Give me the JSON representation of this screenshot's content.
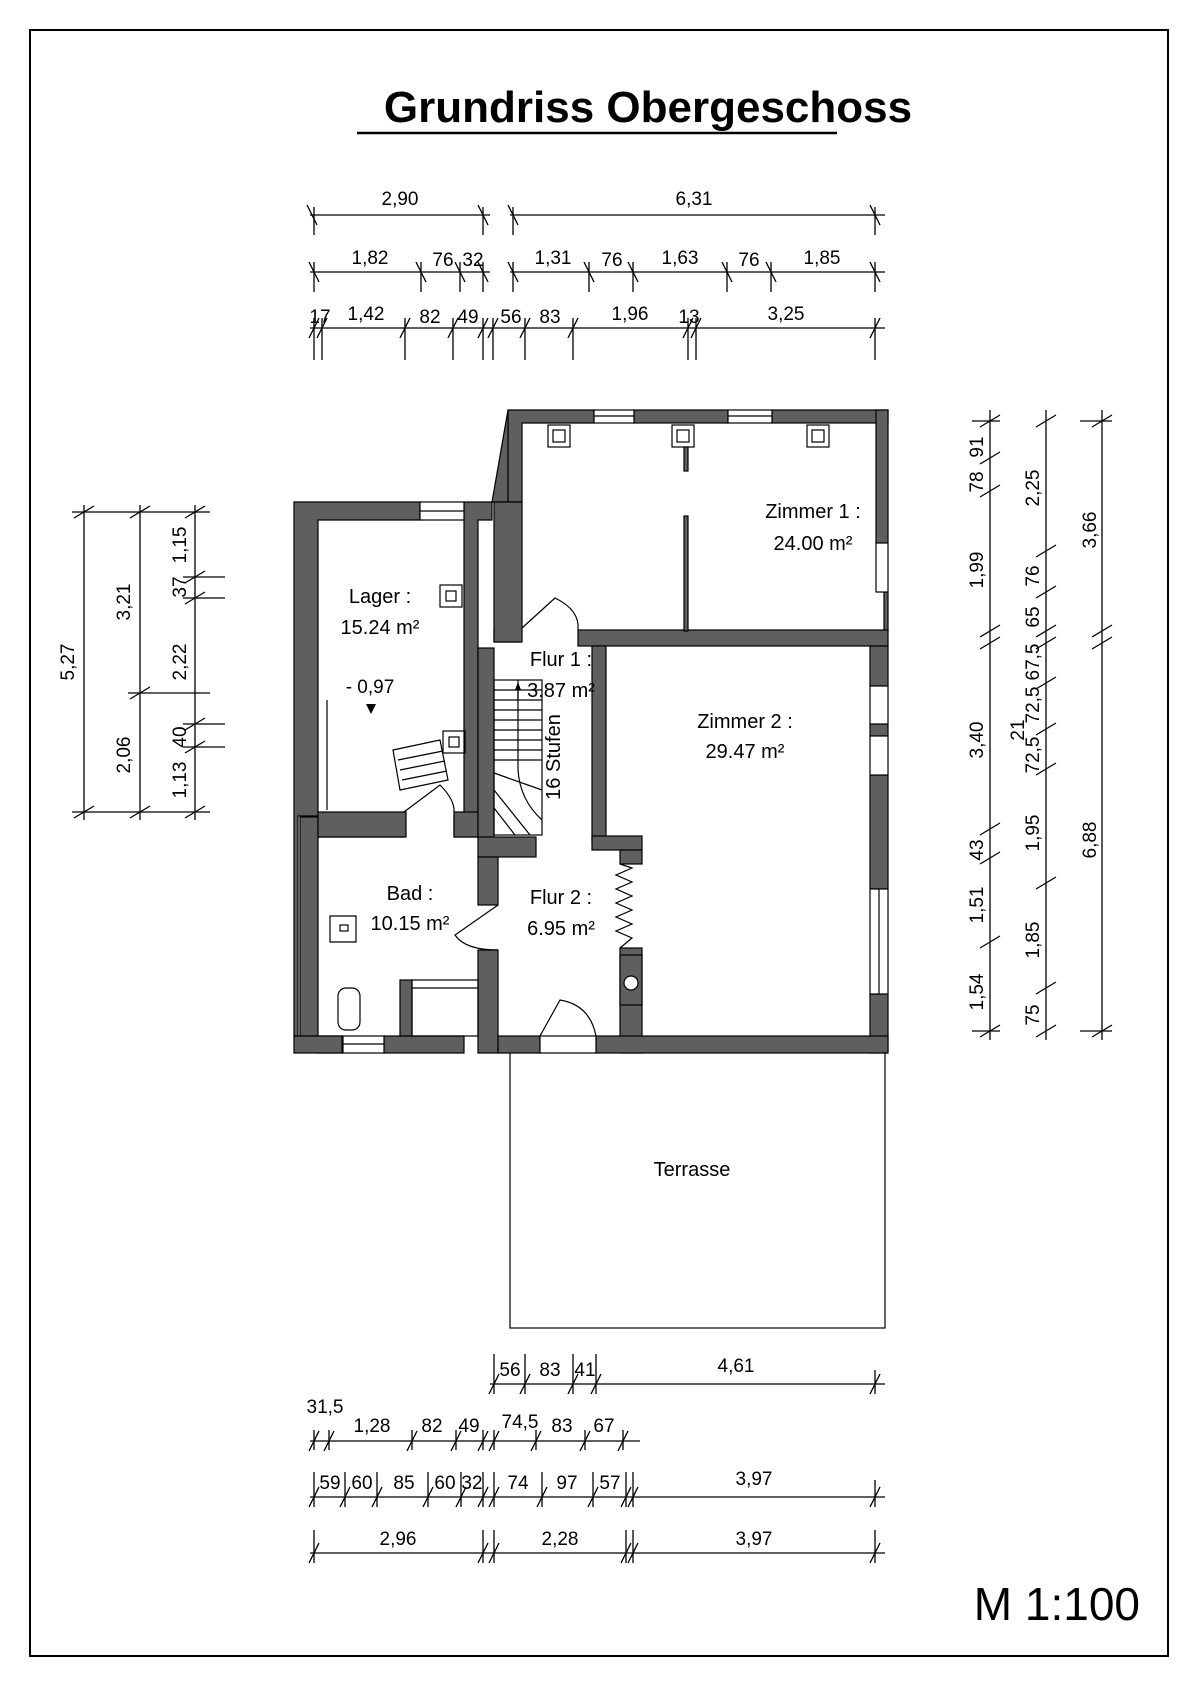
{
  "drawing": {
    "title": "Grundriss  Obergeschoss",
    "scale": "M 1:100"
  },
  "rooms": {
    "lager": {
      "name": "Lager :",
      "area": "15.24 m²",
      "level": "- 0,97"
    },
    "zimmer1": {
      "name": "Zimmer 1 :",
      "area": "24.00 m²"
    },
    "zimmer2": {
      "name": "Zimmer 2 :",
      "area": "29.47 m²"
    },
    "flur1": {
      "name": "Flur 1 :",
      "area": "3.87 m²",
      "stairs": "16 Stufen"
    },
    "flur2": {
      "name": "Flur 2 :",
      "area": "6.95 m²"
    },
    "bad": {
      "name": "Bad :",
      "area": "10.15 m²"
    },
    "terrasse": {
      "name": "Terrasse"
    }
  },
  "dims_top": {
    "row1": [
      "2,90",
      "6,31"
    ],
    "row2": [
      "1,82",
      "76",
      "32",
      "1,31",
      "76",
      "1,63",
      "76",
      "1,85"
    ],
    "row3": [
      "17",
      "1,42",
      "82",
      "49",
      "56",
      "83",
      "1,96",
      "13",
      "3,25"
    ]
  },
  "dims_left": {
    "col1": [
      "5,27"
    ],
    "col2": [
      "3,21",
      "2,06"
    ],
    "col3": [
      "1,15",
      "37",
      "2,22",
      "40",
      "1,13"
    ]
  },
  "dims_right": {
    "col1": [
      "91",
      "78",
      "1,99",
      "3,40",
      "43",
      "1,51",
      "1,54"
    ],
    "col2": [
      "2,25",
      "76",
      "65",
      "67,5",
      "72,5",
      "21",
      "72,5",
      "1,95",
      "1,85",
      "75"
    ],
    "col3": [
      "3,66",
      "6,88"
    ]
  },
  "dims_bottom": {
    "row1": [
      "56",
      "83",
      "41",
      "4,61"
    ],
    "row2": [
      "31,5",
      "1,28",
      "82",
      "49",
      "74,5",
      "83",
      "67"
    ],
    "row3": [
      "59",
      "60",
      "85",
      "60",
      "32",
      "74",
      "97",
      "57",
      "3,97"
    ],
    "row4": [
      "2,96",
      "2,28",
      "3,97"
    ]
  }
}
